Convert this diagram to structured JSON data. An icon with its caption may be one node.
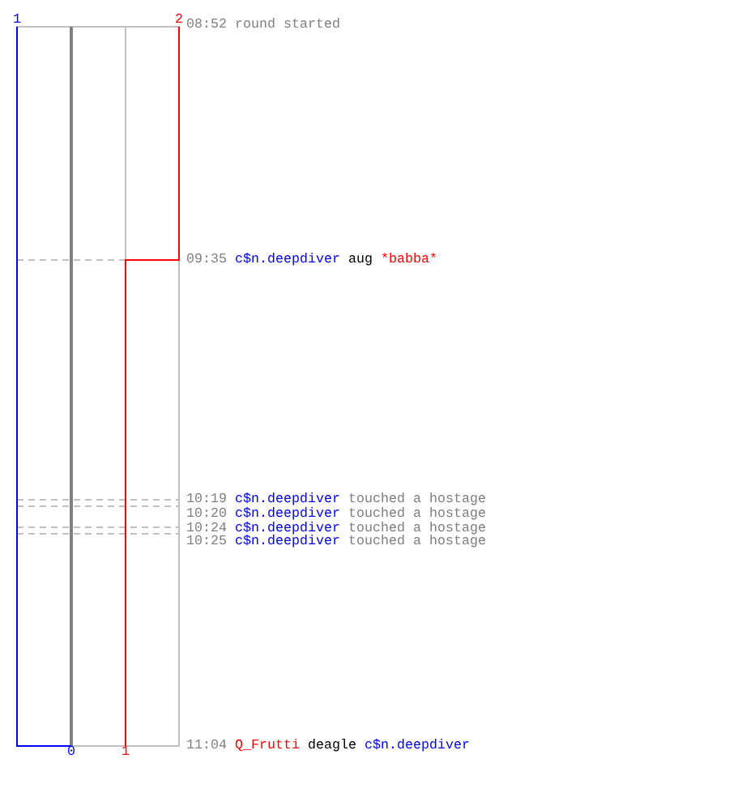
{
  "diagram": {
    "labels": [
      "1",
      "2",
      "08:52",
      "round started",
      "09:35",
      "c$n.deepdiver",
      "aug",
      "*babba*",
      "10:19",
      "c$n.deepdiver",
      "touched a hostage",
      "10:20",
      "c$n.deepdiver",
      "touched a hostage",
      "10:24",
      "c$n.deepdiver",
      "touched a hostage",
      "10:25",
      "c$n.deepdiver",
      "touched a hostage",
      "0",
      "1",
      "11:04",
      "Q_Frutti",
      "deagle",
      "c$n.deepdiver"
    ]
  }
}
